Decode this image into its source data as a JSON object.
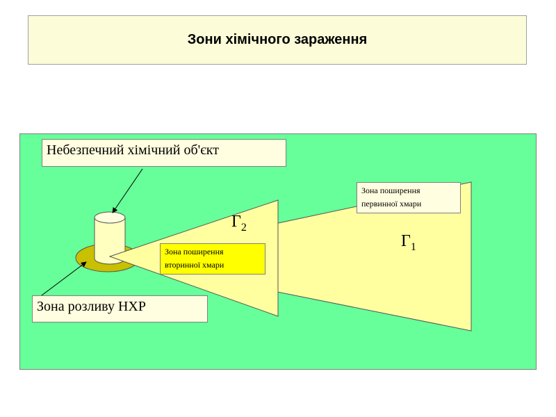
{
  "title": "Зони хімічного зараження",
  "labels": {
    "object": "Небезпечний хімічний об'єкт",
    "spill": "Зона розливу НХР",
    "secondary": "Зона поширення вторинної хмари",
    "primary": "Зона поширення первинної хмари"
  },
  "gamma1": {
    "symbol": "Γ",
    "index": "1"
  },
  "gamma2": {
    "symbol": "Γ",
    "index": "2"
  },
  "colors": {
    "panel": "#66ff99",
    "zone": "#ffffa0",
    "spill": "#c8c000",
    "secondary_box": "#ffff00"
  }
}
